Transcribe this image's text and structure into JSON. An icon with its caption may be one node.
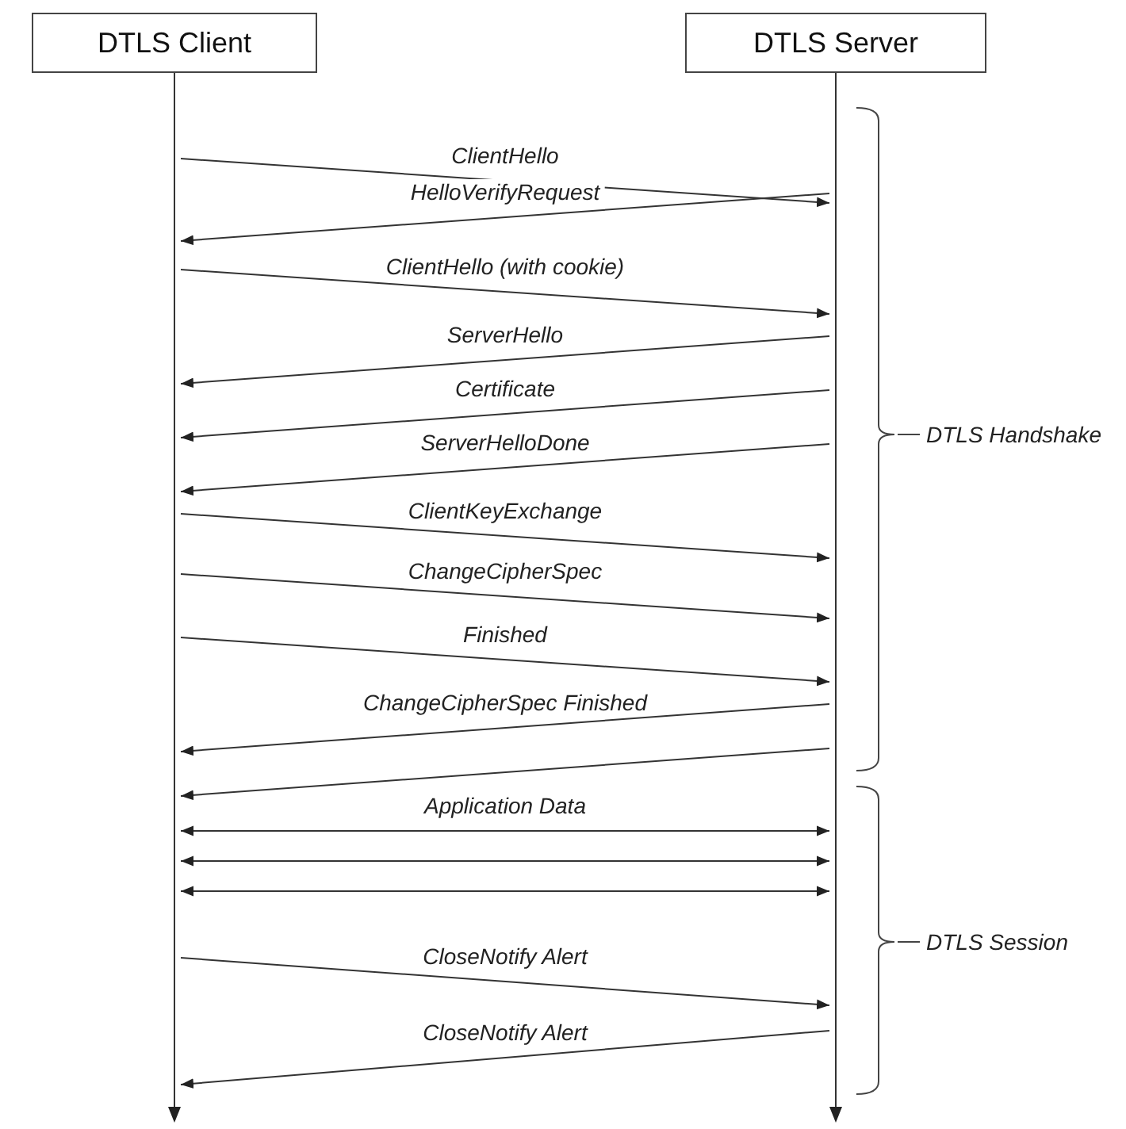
{
  "diagram": {
    "nodes": [
      {
        "text": [
          "DTLS Client"
        ]
      },
      {
        "text": [
          "DTLS Server"
        ]
      },
      {
        "text": [],
        "shape": "line"
      },
      {
        "text": [],
        "shape": "line"
      }
    ],
    "edges": [
      {
        "from": 2,
        "to": 3,
        "arrow": "to",
        "label": "ClientHello"
      },
      {
        "from": 3,
        "to": 2,
        "arrow": "to",
        "label": "HelloVerifyRequest"
      },
      {
        "from": 2,
        "to": 3,
        "arrow": "to",
        "label": "ClientHello (with cookie)"
      },
      {
        "from": 3,
        "to": 2,
        "arrow": "to",
        "label": "ServerHello"
      },
      {
        "from": 3,
        "to": 2,
        "arrow": "to",
        "label": "Certificate"
      },
      {
        "from": 3,
        "to": 2,
        "arrow": "to",
        "label": "ServerHelloDone"
      },
      {
        "from": 2,
        "to": 3,
        "arrow": "to",
        "label": "ClientKeyExchange"
      },
      {
        "from": 2,
        "to": 3,
        "arrow": "to",
        "label": "ChangeCipherSpec"
      },
      {
        "from": 2,
        "to": 3,
        "arrow": "to",
        "label": "Finished"
      },
      {
        "from": 3,
        "to": 2,
        "arrow": "to",
        "label": "ChangeCipherSpec Finished"
      },
      {
        "from": 3,
        "to": 2,
        "arrow": "to"
      },
      {
        "from": 2,
        "to": 3,
        "arrow": "both",
        "label": "Application Data"
      },
      {
        "from": 2,
        "to": 3,
        "arrow": "both"
      },
      {
        "from": 2,
        "to": 3,
        "arrow": "both"
      },
      {
        "from": 2,
        "to": 3,
        "arrow": "to",
        "label": "CloseNotify Alert"
      },
      {
        "from": 3,
        "to": 2,
        "arrow": "to",
        "label": "CloseNotify Alert"
      }
    ],
    "labels": [
      "DTLS Handshake",
      "DTLS Session"
    ]
  }
}
